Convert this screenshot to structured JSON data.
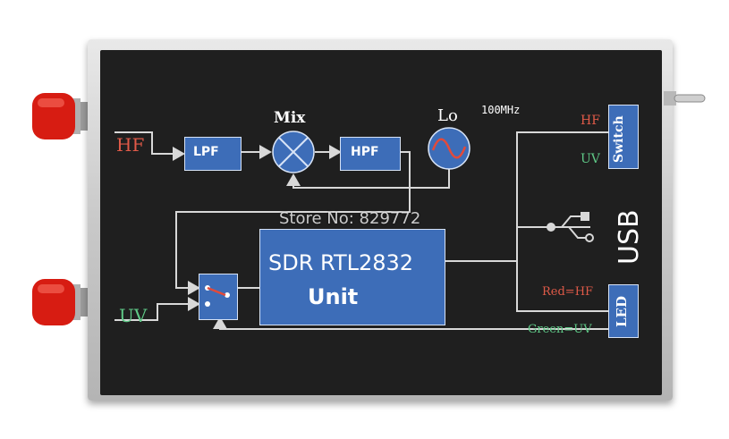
{
  "device": {
    "colors": {
      "panel": "#1f1f1f",
      "box_blue": "#3d6db8",
      "line": "#d8d8d8",
      "hf_red": "#e05a48",
      "uv_green": "#5fc987",
      "connector_red": "#d71c12"
    },
    "labels": {
      "hf_input": "HF",
      "uv_input": "UV",
      "lpf": "LPF",
      "mix": "Mix",
      "hpf": "HPF",
      "lo": "Lo",
      "lo_freq": "100MHz",
      "sdr_line1": "SDR RTL2832",
      "sdr_line2": "Unit",
      "usb": "USB",
      "switch_hf": "HF",
      "switch_uv": "UV",
      "switch_box": "Switch",
      "led_red": "Red=HF",
      "led_green": "Green=UV",
      "led_box": "LED"
    },
    "icons": [
      "usb-icon",
      "mixer-icon",
      "oscillator-icon",
      "switch-icon",
      "sma-connector-icon"
    ]
  },
  "watermark": {
    "text": "Store No: 829772"
  }
}
